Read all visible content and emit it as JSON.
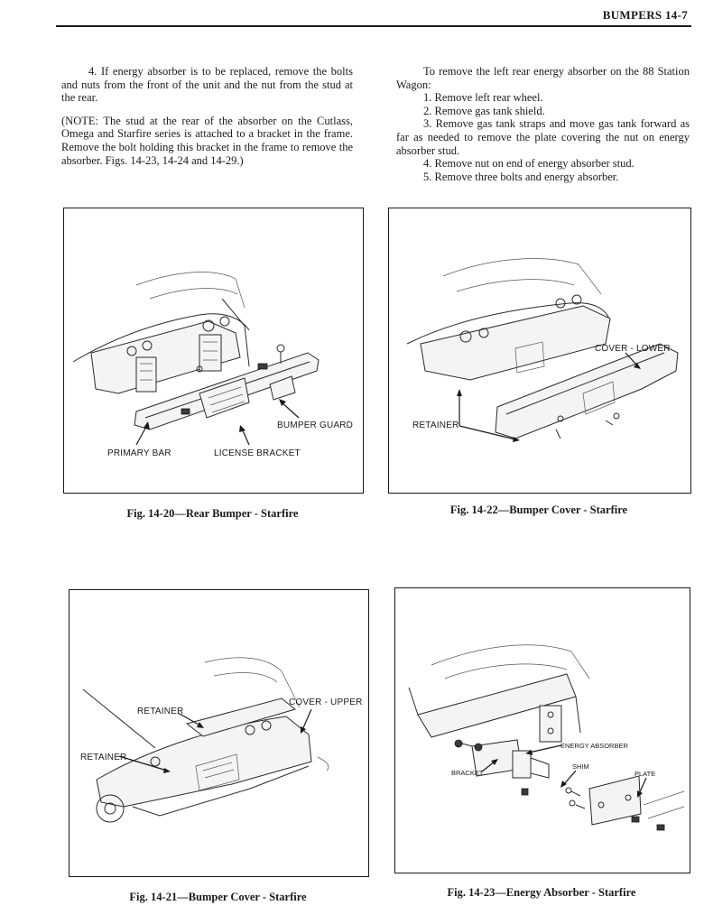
{
  "header": {
    "title": "BUMPERS  14-7"
  },
  "left_column": {
    "para1": "4. If energy absorber is to be replaced, remove the bolts and nuts from the front of the unit and the nut from the stud at the rear.",
    "para2": "(NOTE: The stud at the rear of the absorber on the Cutlass, Omega and Starfire series is attached to a bracket in the frame. Remove the bolt holding this bracket in the frame to remove the absorber. Figs. 14-23, 14-24 and 14-29.)"
  },
  "right_column": {
    "intro": "To remove the left rear energy absorber on the 88 Station Wagon:",
    "steps": [
      "1. Remove left rear wheel.",
      "2. Remove gas tank shield.",
      "3. Remove gas tank straps and move gas tank forward as far as needed to remove the plate covering the nut on energy absorber stud.",
      "4. Remove nut on end of energy absorber stud.",
      "5. Remove three bolts and energy absorber."
    ]
  },
  "figures": {
    "fig20": {
      "caption": "Fig. 14-20—Rear Bumper - Starfire",
      "labels": {
        "bumper_guard": "BUMPER GUARD",
        "primary_bar": "PRIMARY BAR",
        "license_bracket": "LICENSE BRACKET"
      }
    },
    "fig22": {
      "caption": "Fig. 14-22—Bumper Cover - Starfire",
      "labels": {
        "cover_lower": "COVER - LOWER",
        "retainer": "RETAINER"
      }
    },
    "fig21": {
      "caption": "Fig. 14-21—Bumper Cover - Starfire",
      "labels": {
        "retainer_top": "RETAINER",
        "cover_upper": "COVER - UPPER",
        "retainer_left": "RETAINER"
      }
    },
    "fig23": {
      "caption": "Fig. 14-23—Energy Absorber - Starfire",
      "labels": {
        "energy_absorber": "ENERGY ABSORBER",
        "shim": "SHIM",
        "plate": "PLATE",
        "bracket": "BRACKET"
      }
    }
  }
}
